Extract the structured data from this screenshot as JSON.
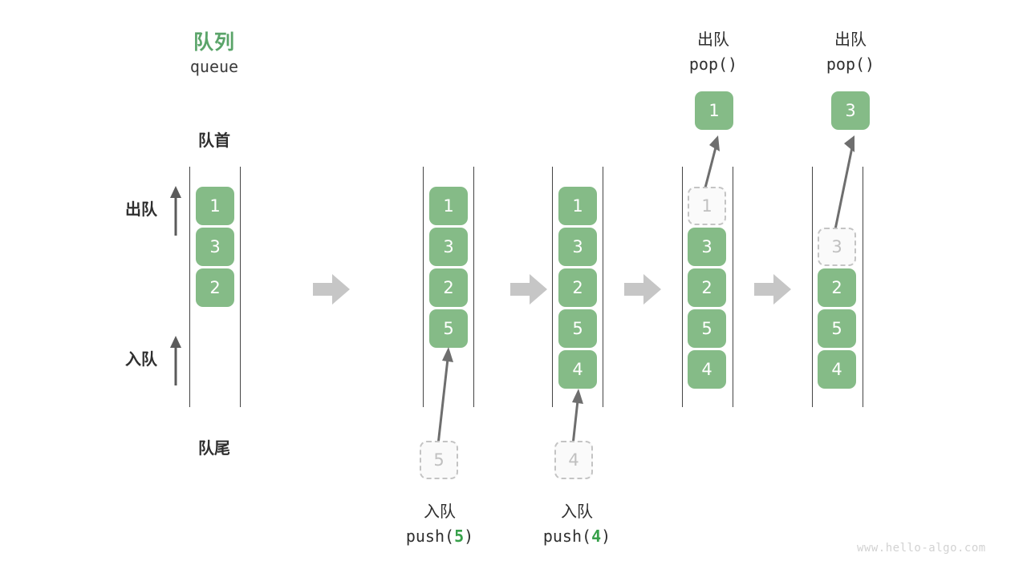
{
  "meta": {
    "title_cn": "队列",
    "title_en": "queue",
    "head_label": "队首",
    "tail_label": "队尾",
    "dequeue_label": "出队",
    "enqueue_label": "入队",
    "watermark": "www.hello-algo.com",
    "accent_green": "#5aa469",
    "cell_green": "#85bb87",
    "ghost_gray": "#c4c4c4",
    "arrow_gray": "#c6c6c6",
    "text_dark": "#2f2f2f"
  },
  "panels": [
    {
      "id": "panel-initial",
      "cells": [
        "1",
        "3",
        "2"
      ],
      "ghost_index": null,
      "caption_cn": "",
      "caption_code": ""
    },
    {
      "id": "panel-push-5",
      "cells": [
        "1",
        "3",
        "2",
        "5"
      ],
      "ghost_index": null,
      "incoming_value": "5",
      "caption_cn": "入队",
      "caption_code_prefix": "push(",
      "caption_code_num": "5",
      "caption_code_suffix": ")"
    },
    {
      "id": "panel-push-4",
      "cells": [
        "1",
        "3",
        "2",
        "5",
        "4"
      ],
      "ghost_index": null,
      "incoming_value": "4",
      "caption_cn": "入队",
      "caption_code_prefix": "push(",
      "caption_code_num": "4",
      "caption_code_suffix": ")"
    },
    {
      "id": "panel-pop-1",
      "cells": [
        "1",
        "3",
        "2",
        "5",
        "4"
      ],
      "ghost_index": 0,
      "popped_value": "1",
      "caption_cn": "出队",
      "caption_code": "pop()"
    },
    {
      "id": "panel-pop-3",
      "cells": [
        "",
        "3",
        "2",
        "5",
        "4"
      ],
      "ghost_index": 1,
      "popped_value": "3",
      "caption_cn": "出队",
      "caption_code": "pop()"
    }
  ],
  "transitions": [
    "arrow-right-icon",
    "arrow-right-icon",
    "arrow-right-icon",
    "arrow-right-icon"
  ]
}
